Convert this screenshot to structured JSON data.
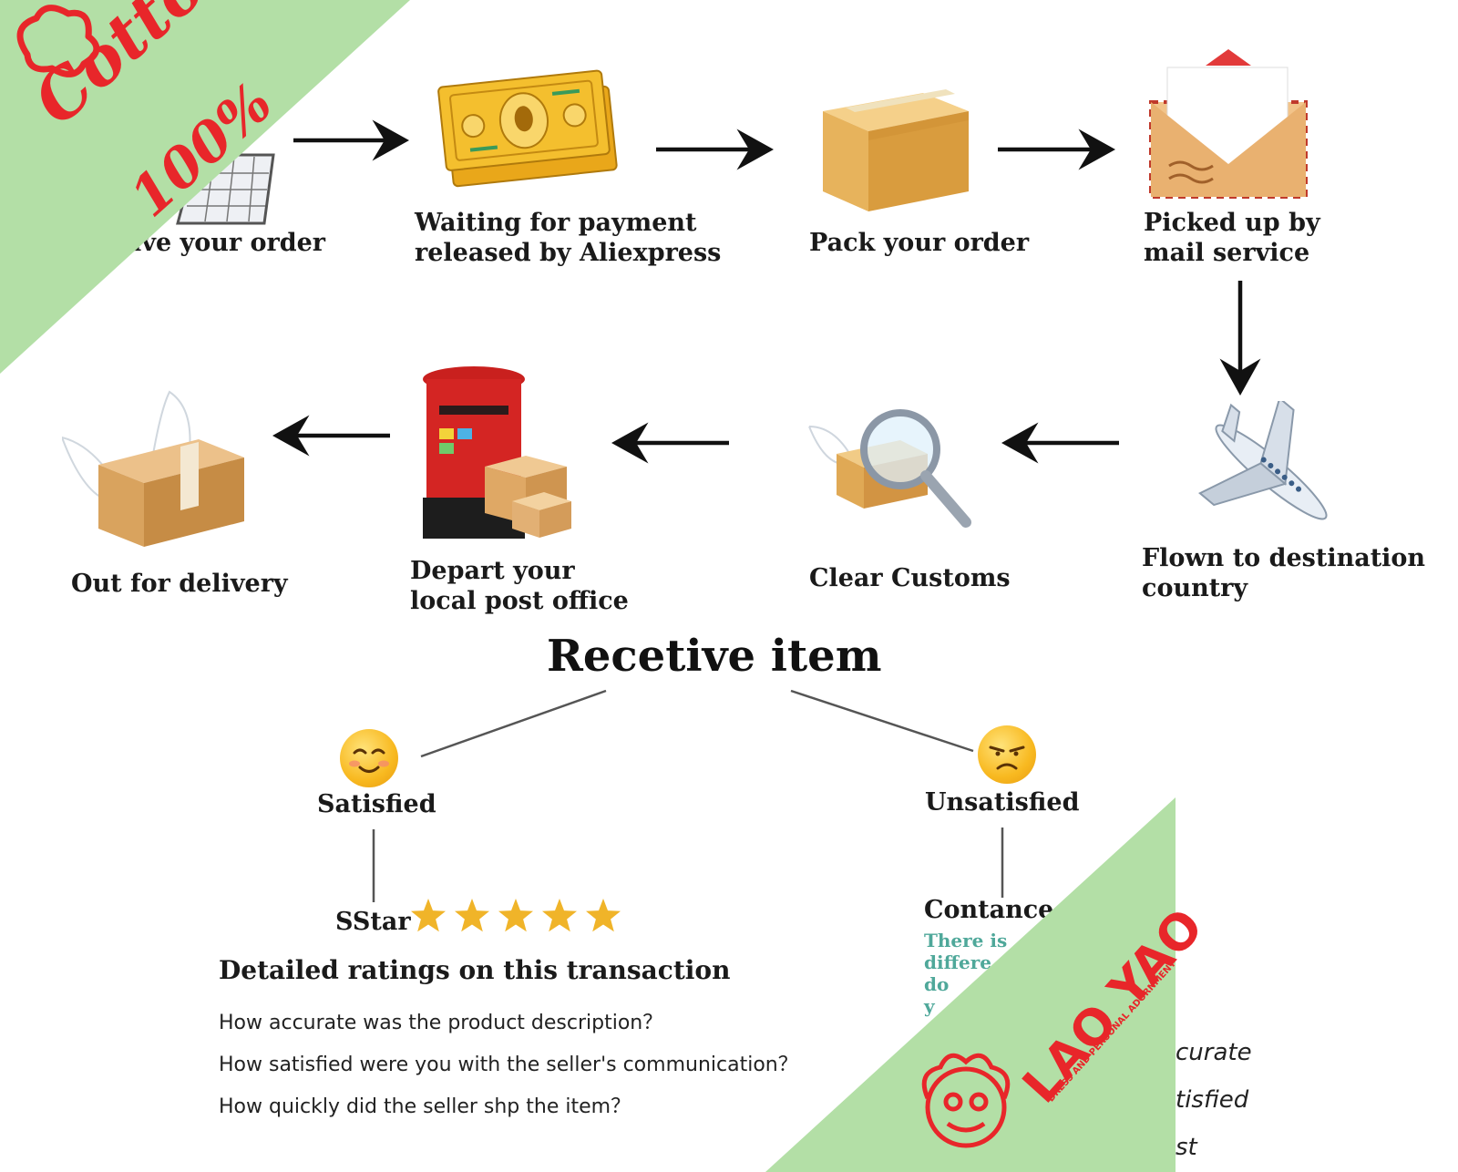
{
  "steps": [
    {
      "id": "receive",
      "lines": [
        "ive your order"
      ]
    },
    {
      "id": "payment",
      "lines": [
        "Waiting for payment",
        "released by Aliexpress"
      ]
    },
    {
      "id": "pack",
      "lines": [
        "Pack your order"
      ]
    },
    {
      "id": "pickup",
      "lines": [
        "Picked up by",
        "mail service"
      ]
    },
    {
      "id": "flown",
      "lines": [
        "Flown to destination",
        "country"
      ]
    },
    {
      "id": "customs",
      "lines": [
        "Clear Customs"
      ]
    },
    {
      "id": "depart",
      "lines": [
        "Depart your",
        "local post office"
      ]
    },
    {
      "id": "delivery",
      "lines": [
        "Out for delivery"
      ]
    }
  ],
  "receive_heading": "Recetive item",
  "satisfied": {
    "label": "Satisfied",
    "star_label": "SStar",
    "stars": 5,
    "ratings_title": "Detailed ratings on this transaction",
    "questions": [
      "How accurate was the product description？",
      "How satisfied were you with the seller's communication？",
      "How quickly did the seller shp the item？"
    ]
  },
  "unsatisfied": {
    "label": "Unsatisfied",
    "contact_label": "Contance",
    "note_lines": [
      "There is",
      "differe",
      "do",
      "y"
    ],
    "right_fragments": [
      "curate",
      "tisfied",
      "st"
    ]
  },
  "badge_cotton": {
    "script_text": "Cotton",
    "percent": "100%"
  },
  "badge_brand": {
    "name": "LAO YAO",
    "tagline": "DRESS AND PERSONAL ADORNMENT"
  },
  "colors": {
    "green": "#b3dfa6",
    "red": "#e8262a",
    "gold": "#f0b429",
    "teal": "#4fa89a"
  },
  "icons": [
    "keyboard-icon",
    "money-icon",
    "box-icon",
    "envelope-icon",
    "airplane-icon",
    "magnifier-box-icon",
    "mailbox-icon",
    "winged-box-icon",
    "smile-emoji-icon",
    "frown-emoji-icon",
    "star-icon",
    "lion-icon"
  ]
}
